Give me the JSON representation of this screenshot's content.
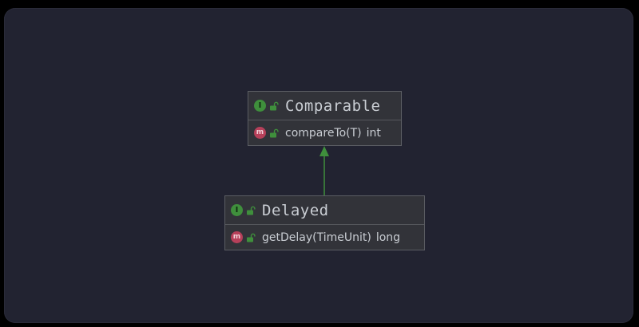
{
  "diagram": {
    "nodes": [
      {
        "id": "comparable",
        "kind_icon": "interface-icon",
        "kind_letter": "I",
        "visibility_icon": "public-unlock-icon",
        "name": "Comparable",
        "members": [
          {
            "kind_icon": "method-icon",
            "kind_letter": "m",
            "visibility_icon": "public-unlock-icon",
            "signature": "compareTo(T)",
            "return_type": "int"
          }
        ]
      },
      {
        "id": "delayed",
        "kind_icon": "interface-icon",
        "kind_letter": "I",
        "visibility_icon": "public-unlock-icon",
        "name": "Delayed",
        "members": [
          {
            "kind_icon": "method-icon",
            "kind_letter": "m",
            "visibility_icon": "public-unlock-icon",
            "signature": "getDelay(TimeUnit)",
            "return_type": "long"
          }
        ]
      }
    ],
    "edges": [
      {
        "from": "delayed",
        "to": "comparable",
        "relation": "extends"
      }
    ]
  },
  "colors": {
    "background": "#222331",
    "box_fill": "#323339",
    "interface_badge": "#3f8f3c",
    "method_badge": "#b6405a",
    "edge": "#3f8f3c",
    "text": "#c9cdd3"
  }
}
